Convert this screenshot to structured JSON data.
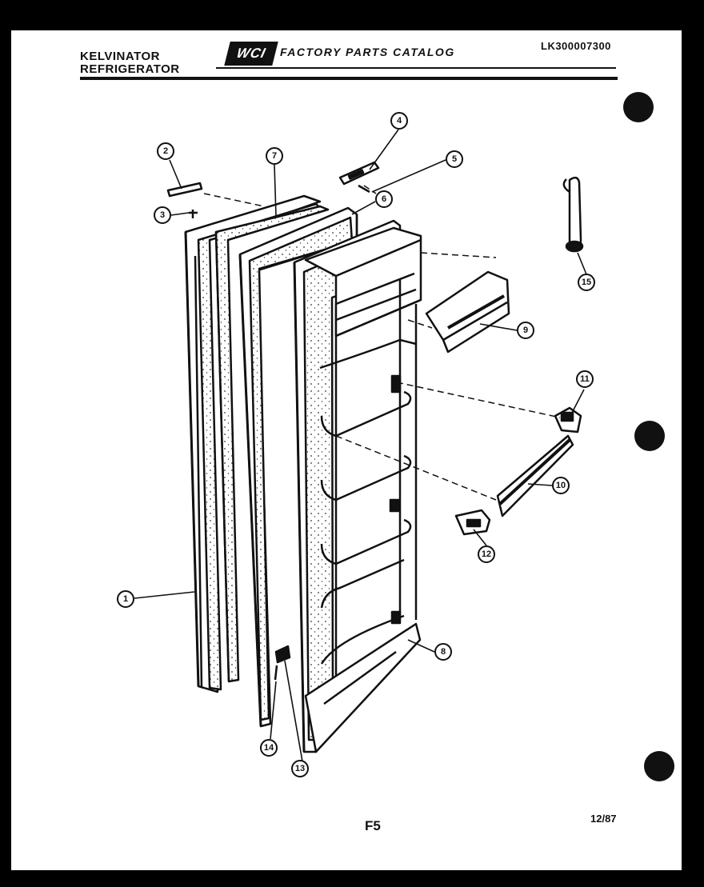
{
  "header": {
    "brand_line1": "KELVINATOR",
    "brand_line2": "REFRIGERATOR",
    "logo_text": "WCI",
    "catalog_title": "FACTORY PARTS CATALOG",
    "model_number": "LK300007300"
  },
  "callouts": [
    "1",
    "2",
    "3",
    "4",
    "5",
    "6",
    "7",
    "8",
    "9",
    "10",
    "11",
    "12",
    "13",
    "14",
    "15"
  ],
  "footer": {
    "page_code": "F5",
    "date": "12/87"
  }
}
